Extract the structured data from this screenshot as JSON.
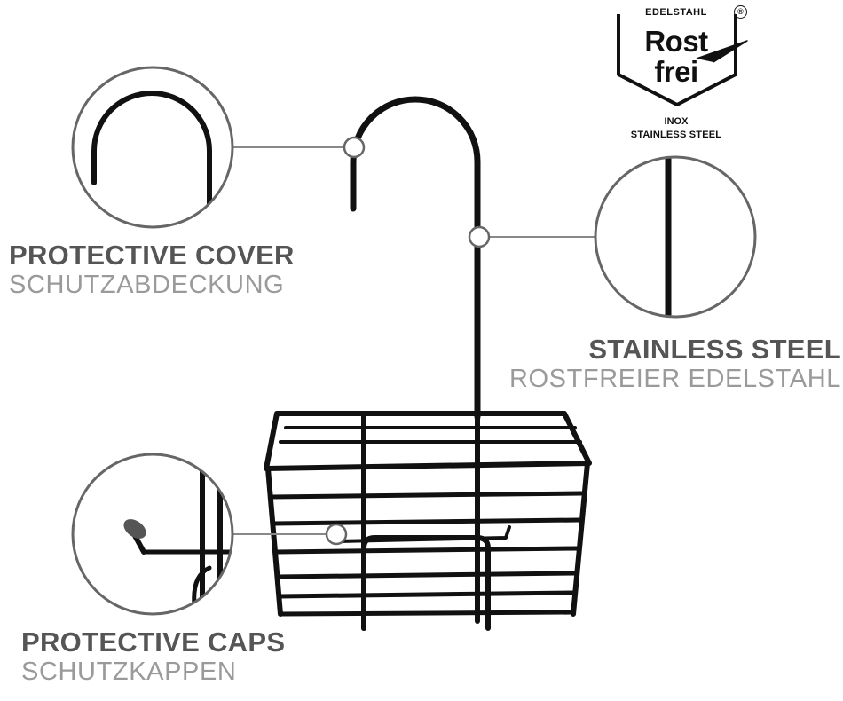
{
  "logo": {
    "top_text": "EDELSTAHL",
    "registered": "®",
    "word1": "Rost",
    "word2": "frei",
    "line1": "INOX",
    "line2": "STAINLESS STEEL"
  },
  "callouts": {
    "cover": {
      "title": "PROTECTIVE COVER",
      "subtitle": "SCHUTZABDECKUNG"
    },
    "steel": {
      "title": "STAINLESS STEEL",
      "subtitle": "ROSTFREIER EDELSTAHL"
    },
    "caps": {
      "title": "PROTECTIVE CAPS",
      "subtitle": "SCHUTZKAPPEN"
    }
  },
  "colors": {
    "wire": "#111111",
    "callout_ring": "#666666",
    "title": "#555555",
    "subtitle": "#9a9a9a"
  }
}
